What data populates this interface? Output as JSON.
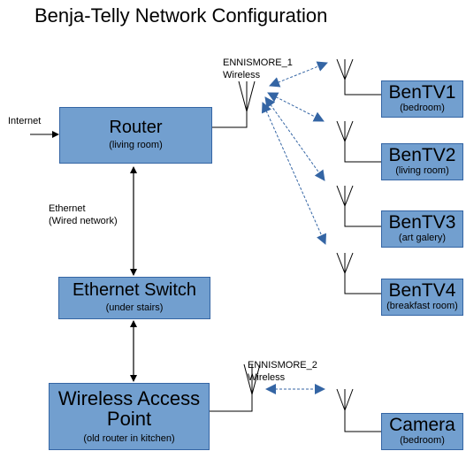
{
  "title": "Benja-Telly Network Configuration",
  "labels": {
    "internet": "Internet",
    "ethernet_line1": "Ethernet",
    "ethernet_line2": "(Wired network)",
    "network1_name": "ENNISMORE_1",
    "network1_type": "Wireless",
    "network2_name": "ENNISMORE_2",
    "network2_type": "Wireless"
  },
  "nodes": {
    "router": {
      "name": "Router",
      "location": "(living room)"
    },
    "switch": {
      "name": "Ethernet Switch",
      "location": "(under stairs)"
    },
    "access_point": {
      "name_line1": "Wireless Access",
      "name_line2": "Point",
      "location": "(old router in kitchen)"
    },
    "bentv1": {
      "name": "BenTV1",
      "location": "(bedroom)"
    },
    "bentv2": {
      "name": "BenTV2",
      "location": "(living room)"
    },
    "bentv3": {
      "name": "BenTV3",
      "location": "(art galery)"
    },
    "bentv4": {
      "name": "BenTV4",
      "location": "(breakfast room)"
    },
    "camera": {
      "name": "Camera",
      "location": "(bedroom)"
    }
  },
  "colors": {
    "box_fill": "#729fcf",
    "box_border": "#3465a4",
    "wireless_link": "#3465a4",
    "wired_link": "#000000"
  }
}
